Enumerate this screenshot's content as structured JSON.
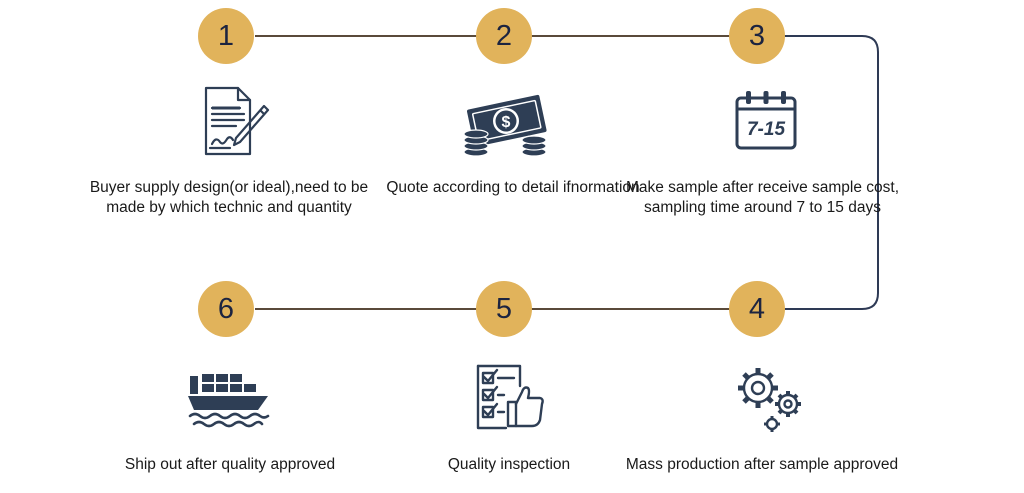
{
  "colors": {
    "circle_fill": "#e1b35b",
    "line": "#5a4a3a",
    "icon": "#2e3e55",
    "number_text": "#1c2440"
  },
  "steps": [
    {
      "number": "1",
      "icon": "contract-pen-icon",
      "text": "Buyer supply design(or ideal),need to be made by which technic and quantity"
    },
    {
      "number": "2",
      "icon": "money-coins-icon",
      "text": "Quote according to detail ifnormation"
    },
    {
      "number": "3",
      "icon": "calendar-icon",
      "icon_label": "7-15",
      "text": "Make sample after receive sample cost, sampling time around 7 to 15 days"
    },
    {
      "number": "4",
      "icon": "gears-icon",
      "text": "Mass production after sample approved"
    },
    {
      "number": "5",
      "icon": "checklist-thumbs-up-icon",
      "text": "Quality inspection"
    },
    {
      "number": "6",
      "icon": "cargo-ship-icon",
      "text": "Ship out after quality approved"
    }
  ]
}
